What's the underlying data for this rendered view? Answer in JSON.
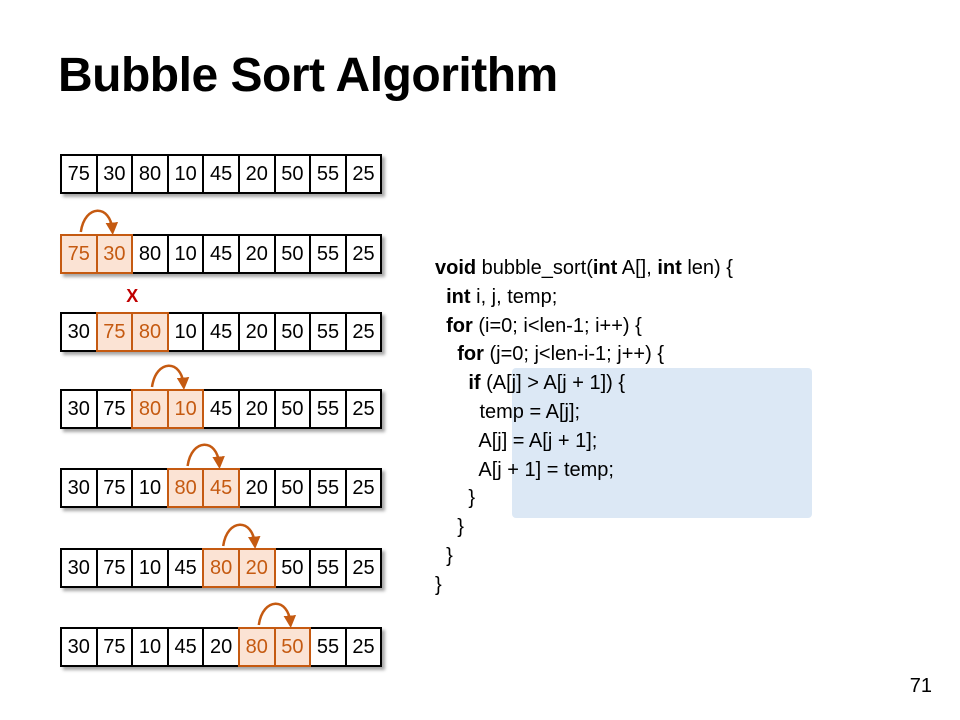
{
  "slide": {
    "title": "Bubble Sort Algorithm",
    "page_number": "71"
  },
  "colors": {
    "highlight_fill": "#fbe3d4",
    "highlight_text": "#c55a11",
    "code_highlight": "#dce8f5"
  },
  "arrays": [
    {
      "values": [
        "75",
        "30",
        "80",
        "10",
        "45",
        "20",
        "50",
        "55",
        "25"
      ],
      "highlight": []
    },
    {
      "values": [
        "75",
        "30",
        "80",
        "10",
        "45",
        "20",
        "50",
        "55",
        "25"
      ],
      "highlight": [
        0,
        1
      ],
      "marker": "swap-arrow"
    },
    {
      "values": [
        "30",
        "75",
        "80",
        "10",
        "45",
        "20",
        "50",
        "55",
        "25"
      ],
      "highlight": [
        1,
        2
      ],
      "marker": "no-swap-x"
    },
    {
      "values": [
        "30",
        "75",
        "80",
        "10",
        "45",
        "20",
        "50",
        "55",
        "25"
      ],
      "highlight": [
        2,
        3
      ],
      "marker": "swap-arrow"
    },
    {
      "values": [
        "30",
        "75",
        "10",
        "80",
        "45",
        "20",
        "50",
        "55",
        "25"
      ],
      "highlight": [
        3,
        4
      ],
      "marker": "swap-arrow"
    },
    {
      "values": [
        "30",
        "75",
        "10",
        "45",
        "80",
        "20",
        "50",
        "55",
        "25"
      ],
      "highlight": [
        4,
        5
      ],
      "marker": "swap-arrow"
    },
    {
      "values": [
        "30",
        "75",
        "10",
        "45",
        "20",
        "80",
        "50",
        "55",
        "25"
      ],
      "highlight": [
        5,
        6
      ],
      "marker": "swap-arrow"
    }
  ],
  "no_swap_mark": "X",
  "code": {
    "lines": [
      [
        {
          "t": "void",
          "kw": true
        },
        {
          "t": " bubble_sort("
        },
        {
          "t": "int",
          "kw": true
        },
        {
          "t": " A[], "
        },
        {
          "t": "int",
          "kw": true
        },
        {
          "t": " len) {"
        }
      ],
      [
        {
          "t": "  "
        },
        {
          "t": "int",
          "kw": true
        },
        {
          "t": " i, j, temp;"
        }
      ],
      [
        {
          "t": "  "
        },
        {
          "t": "for",
          "kw": true
        },
        {
          "t": " (i=0; i<len-1; i++) {"
        }
      ],
      [
        {
          "t": "    "
        },
        {
          "t": "for",
          "kw": true
        },
        {
          "t": " (j=0; j<len-i-1; j++) {"
        }
      ],
      [
        {
          "t": "      "
        },
        {
          "t": "if",
          "kw": true
        },
        {
          "t": " (A[j] > A[j + 1]) {"
        }
      ],
      [
        {
          "t": "        temp = A[j];"
        }
      ],
      [
        {
          "t": "        A[j] = A[j + 1];"
        }
      ],
      [
        {
          "t": "        A[j + 1] = temp;"
        }
      ],
      [
        {
          "t": "      }"
        }
      ],
      [
        {
          "t": "    }"
        }
      ],
      [
        {
          "t": "  }"
        }
      ],
      [
        {
          "t": "}"
        }
      ]
    ]
  }
}
